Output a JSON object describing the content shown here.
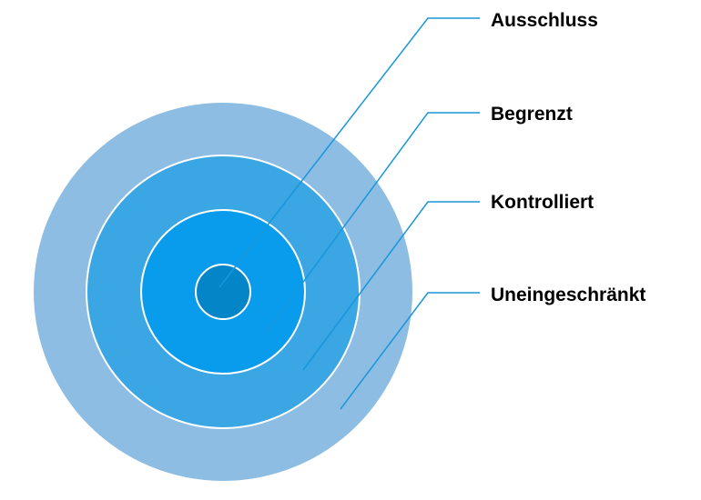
{
  "diagram": {
    "type": "concentric-zones",
    "colors": {
      "outer": "#8dbde3",
      "ring2": "#3aa6e3",
      "ring3": "#0a9cec",
      "core": "#0485c7",
      "ring_border": "#ffffff",
      "leader_line": "#1896dc",
      "label_text": "#000000"
    },
    "labels": [
      {
        "text": "Ausschluss"
      },
      {
        "text": "Begrenzt"
      },
      {
        "text": "Kontrolliert"
      },
      {
        "text": "Uneingeschränkt"
      }
    ]
  }
}
